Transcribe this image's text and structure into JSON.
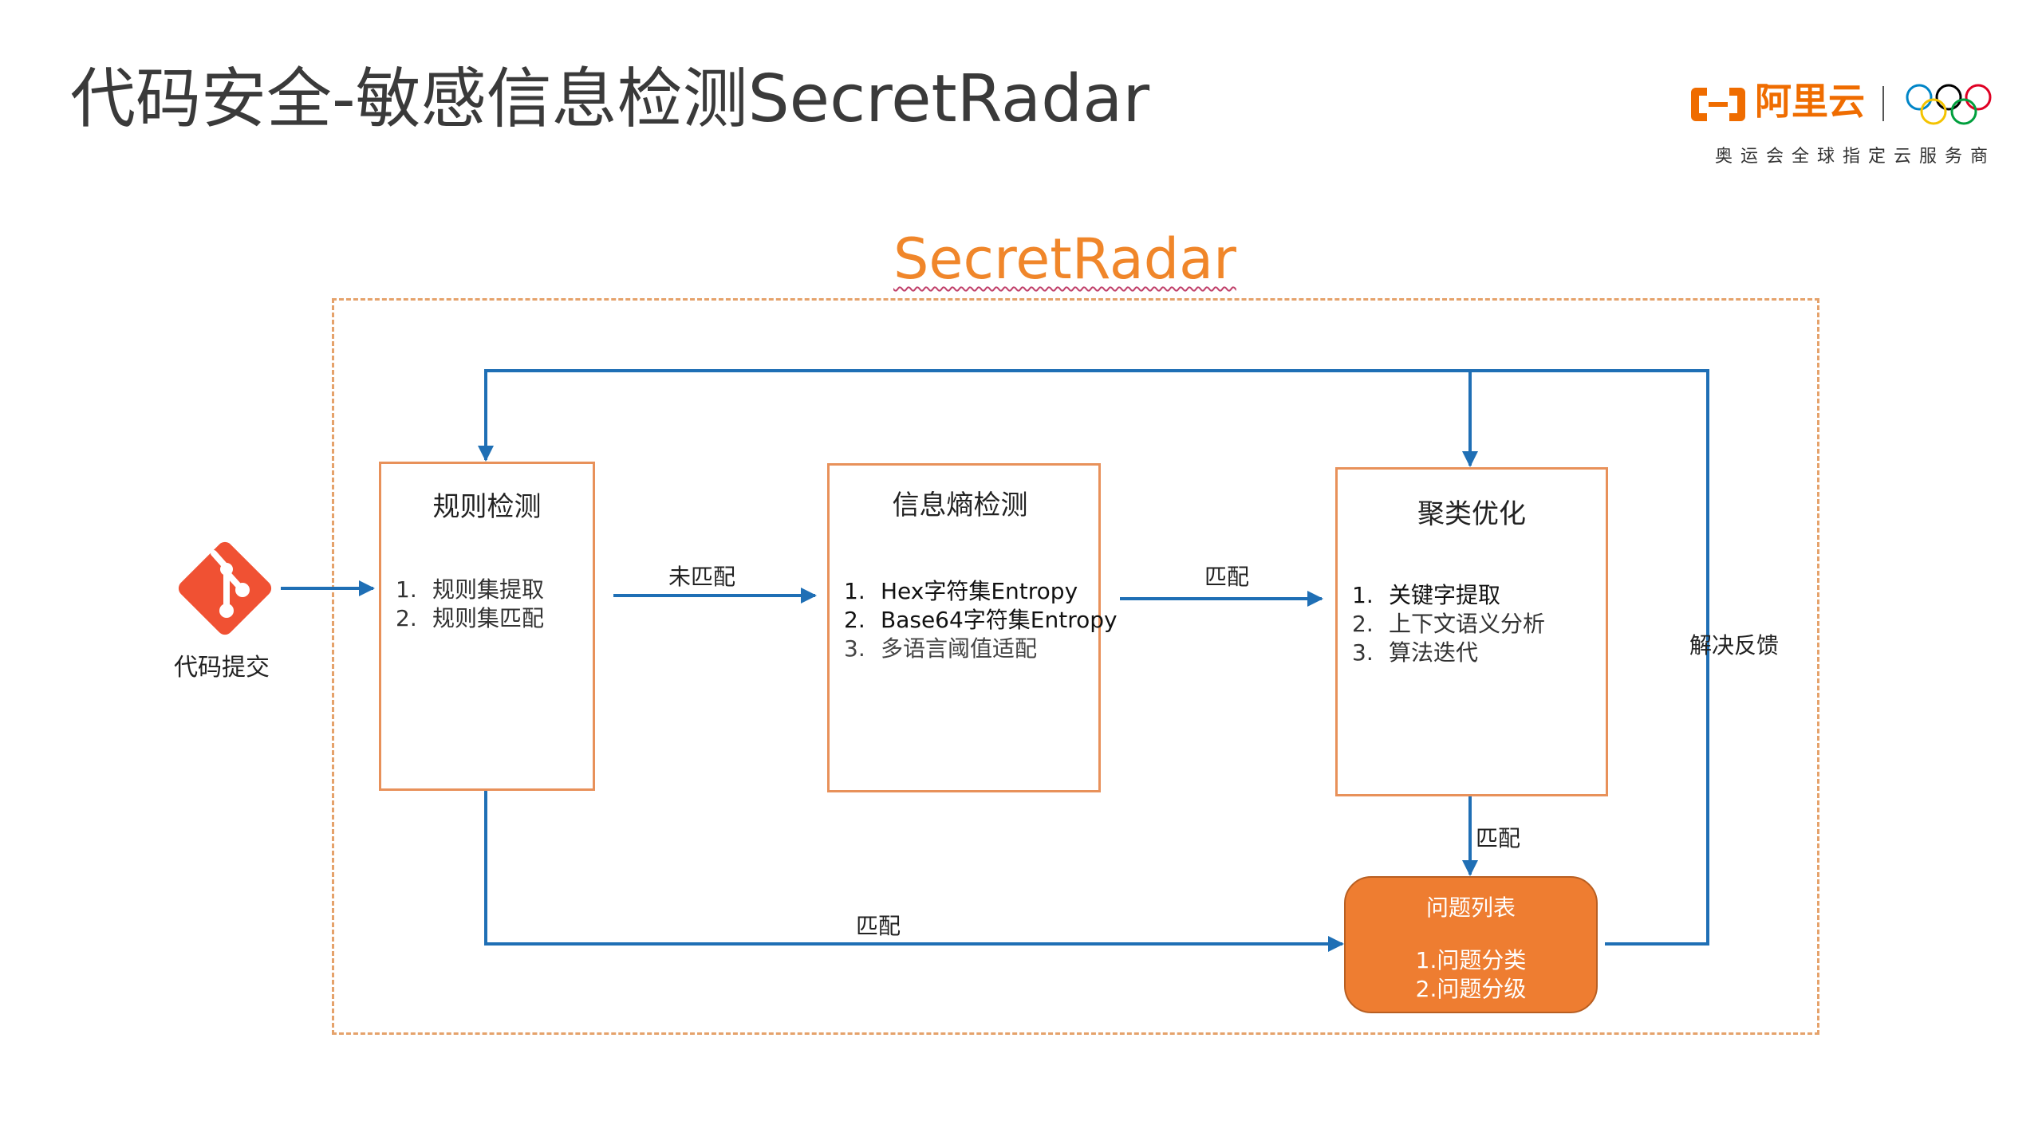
{
  "page": {
    "title": "代码安全-敏感信息检测SecretRadar"
  },
  "brand": {
    "name": "阿里云",
    "tagline": "奥运会全球指定云服务商",
    "colors": {
      "brand": "#ef6c00",
      "rings": [
        "#0085c7",
        "#000000",
        "#df0024",
        "#f4c300",
        "#009f3d"
      ]
    }
  },
  "diagram": {
    "title": "SecretRadar",
    "source": {
      "label": "代码提交",
      "icon": "git-icon"
    },
    "stages": [
      {
        "id": "rules",
        "title": "规则检测",
        "items": [
          {
            "num": "1.",
            "text": "规则集提取"
          },
          {
            "num": "2.",
            "text": "规则集匹配"
          }
        ]
      },
      {
        "id": "entropy",
        "title": "信息熵检测",
        "items": [
          {
            "num": "1.",
            "text": "Hex字符集Entropy"
          },
          {
            "num": "2.",
            "text": "Base64字符集Entropy"
          },
          {
            "num": "3.",
            "text": "多语言阈值适配"
          }
        ]
      },
      {
        "id": "cluster",
        "title": "聚类优化",
        "items": [
          {
            "num": "1.",
            "text": "关键字提取"
          },
          {
            "num": "2.",
            "text": "上下文语义分析"
          },
          {
            "num": "3.",
            "text": "算法迭代"
          }
        ]
      }
    ],
    "result": {
      "title": "问题列表",
      "items": [
        "1.问题分类",
        "2.问题分级"
      ]
    },
    "edge_labels": {
      "rules_to_entropy": "未匹配",
      "entropy_to_cluster": "匹配",
      "rules_to_result": "匹配",
      "cluster_to_result": "匹配",
      "feedback": "解决反馈"
    },
    "colors": {
      "accent": "#f0862a",
      "box_border": "#e8915a",
      "connector": "#1f6fb5",
      "result_fill": "#ee7d31"
    }
  }
}
